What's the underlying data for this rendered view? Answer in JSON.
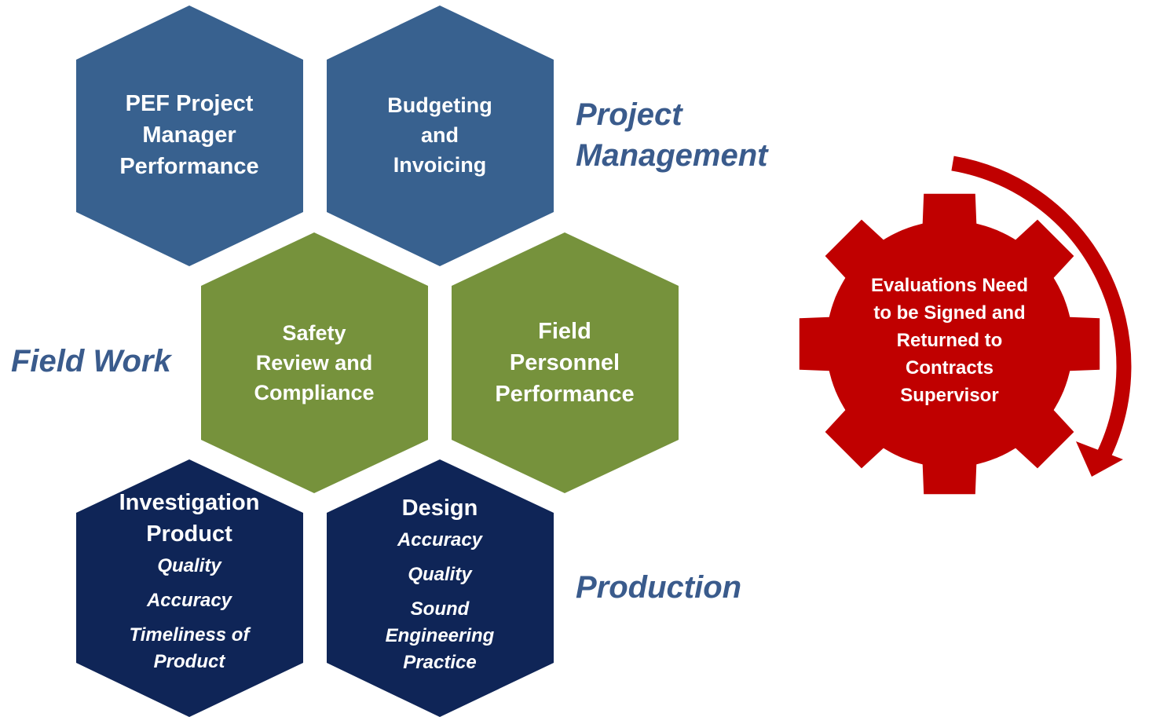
{
  "hexagons": {
    "pef": {
      "title": [
        "PEF Project",
        "Manager",
        "Performance"
      ]
    },
    "budgeting": {
      "title": [
        "Budgeting",
        "and",
        "Invoicing"
      ]
    },
    "safety": {
      "title": [
        "Safety",
        "Review and",
        "Compliance"
      ]
    },
    "field": {
      "title": [
        "Field",
        "Personnel",
        "Performance"
      ]
    },
    "investigation": {
      "title": [
        "Investigation",
        "Product"
      ],
      "items": [
        "Quality",
        "Accuracy",
        "Timeliness of",
        "Product"
      ]
    },
    "design": {
      "title": [
        "Design"
      ],
      "items": [
        "Accuracy",
        "Quality",
        "Sound",
        "Engineering",
        "Practice"
      ]
    }
  },
  "categories": {
    "project_management": [
      "Project",
      "Management"
    ],
    "field_work": "Field Work",
    "production": "Production"
  },
  "gear": {
    "lines": [
      "Evaluations Need",
      "to be Signed and",
      "Returned to",
      "Contracts",
      "Supervisor"
    ]
  },
  "colors": {
    "project_management": "#38618f",
    "field_work": "#76923c",
    "production": "#0f2557",
    "gear": "#c00000",
    "category_text": "#3a5b8c"
  },
  "icons": {
    "gear": "gear-icon",
    "arrow": "circular-arrow-icon"
  }
}
